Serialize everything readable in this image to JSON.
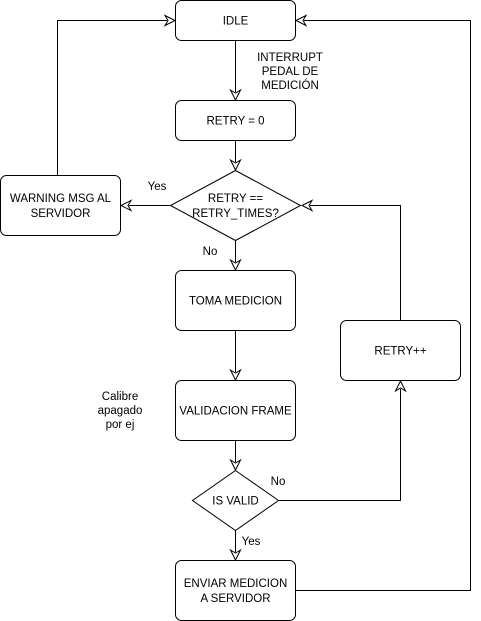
{
  "nodes": {
    "idle": {
      "label": "IDLE"
    },
    "retry_reset": {
      "label": "RETRY = 0"
    },
    "retry_check": {
      "line1": "RETRY ==",
      "line2": "RETRY_TIMES?"
    },
    "warning": {
      "line1": "WARNING MSG AL",
      "line2": "SERVIDOR"
    },
    "toma": {
      "label": "TOMA MEDICION"
    },
    "retry_inc": {
      "label": "RETRY++"
    },
    "validacion": {
      "label": "VALIDACION FRAME"
    },
    "is_valid": {
      "label": "IS VALID"
    },
    "enviar": {
      "line1": "ENVIAR MEDICION",
      "line2": "A SERVIDOR"
    }
  },
  "edge_labels": {
    "interrupt": {
      "line1": "INTERRUPT",
      "line2": "PEDAL DE",
      "line3": "MEDICIÓN"
    },
    "check_yes": "Yes",
    "check_no": "No",
    "valid_no": "No",
    "valid_yes": "Yes"
  },
  "annotations": {
    "note": {
      "line1": "Calibre",
      "line2": "apagado",
      "line3": "por ej"
    }
  }
}
